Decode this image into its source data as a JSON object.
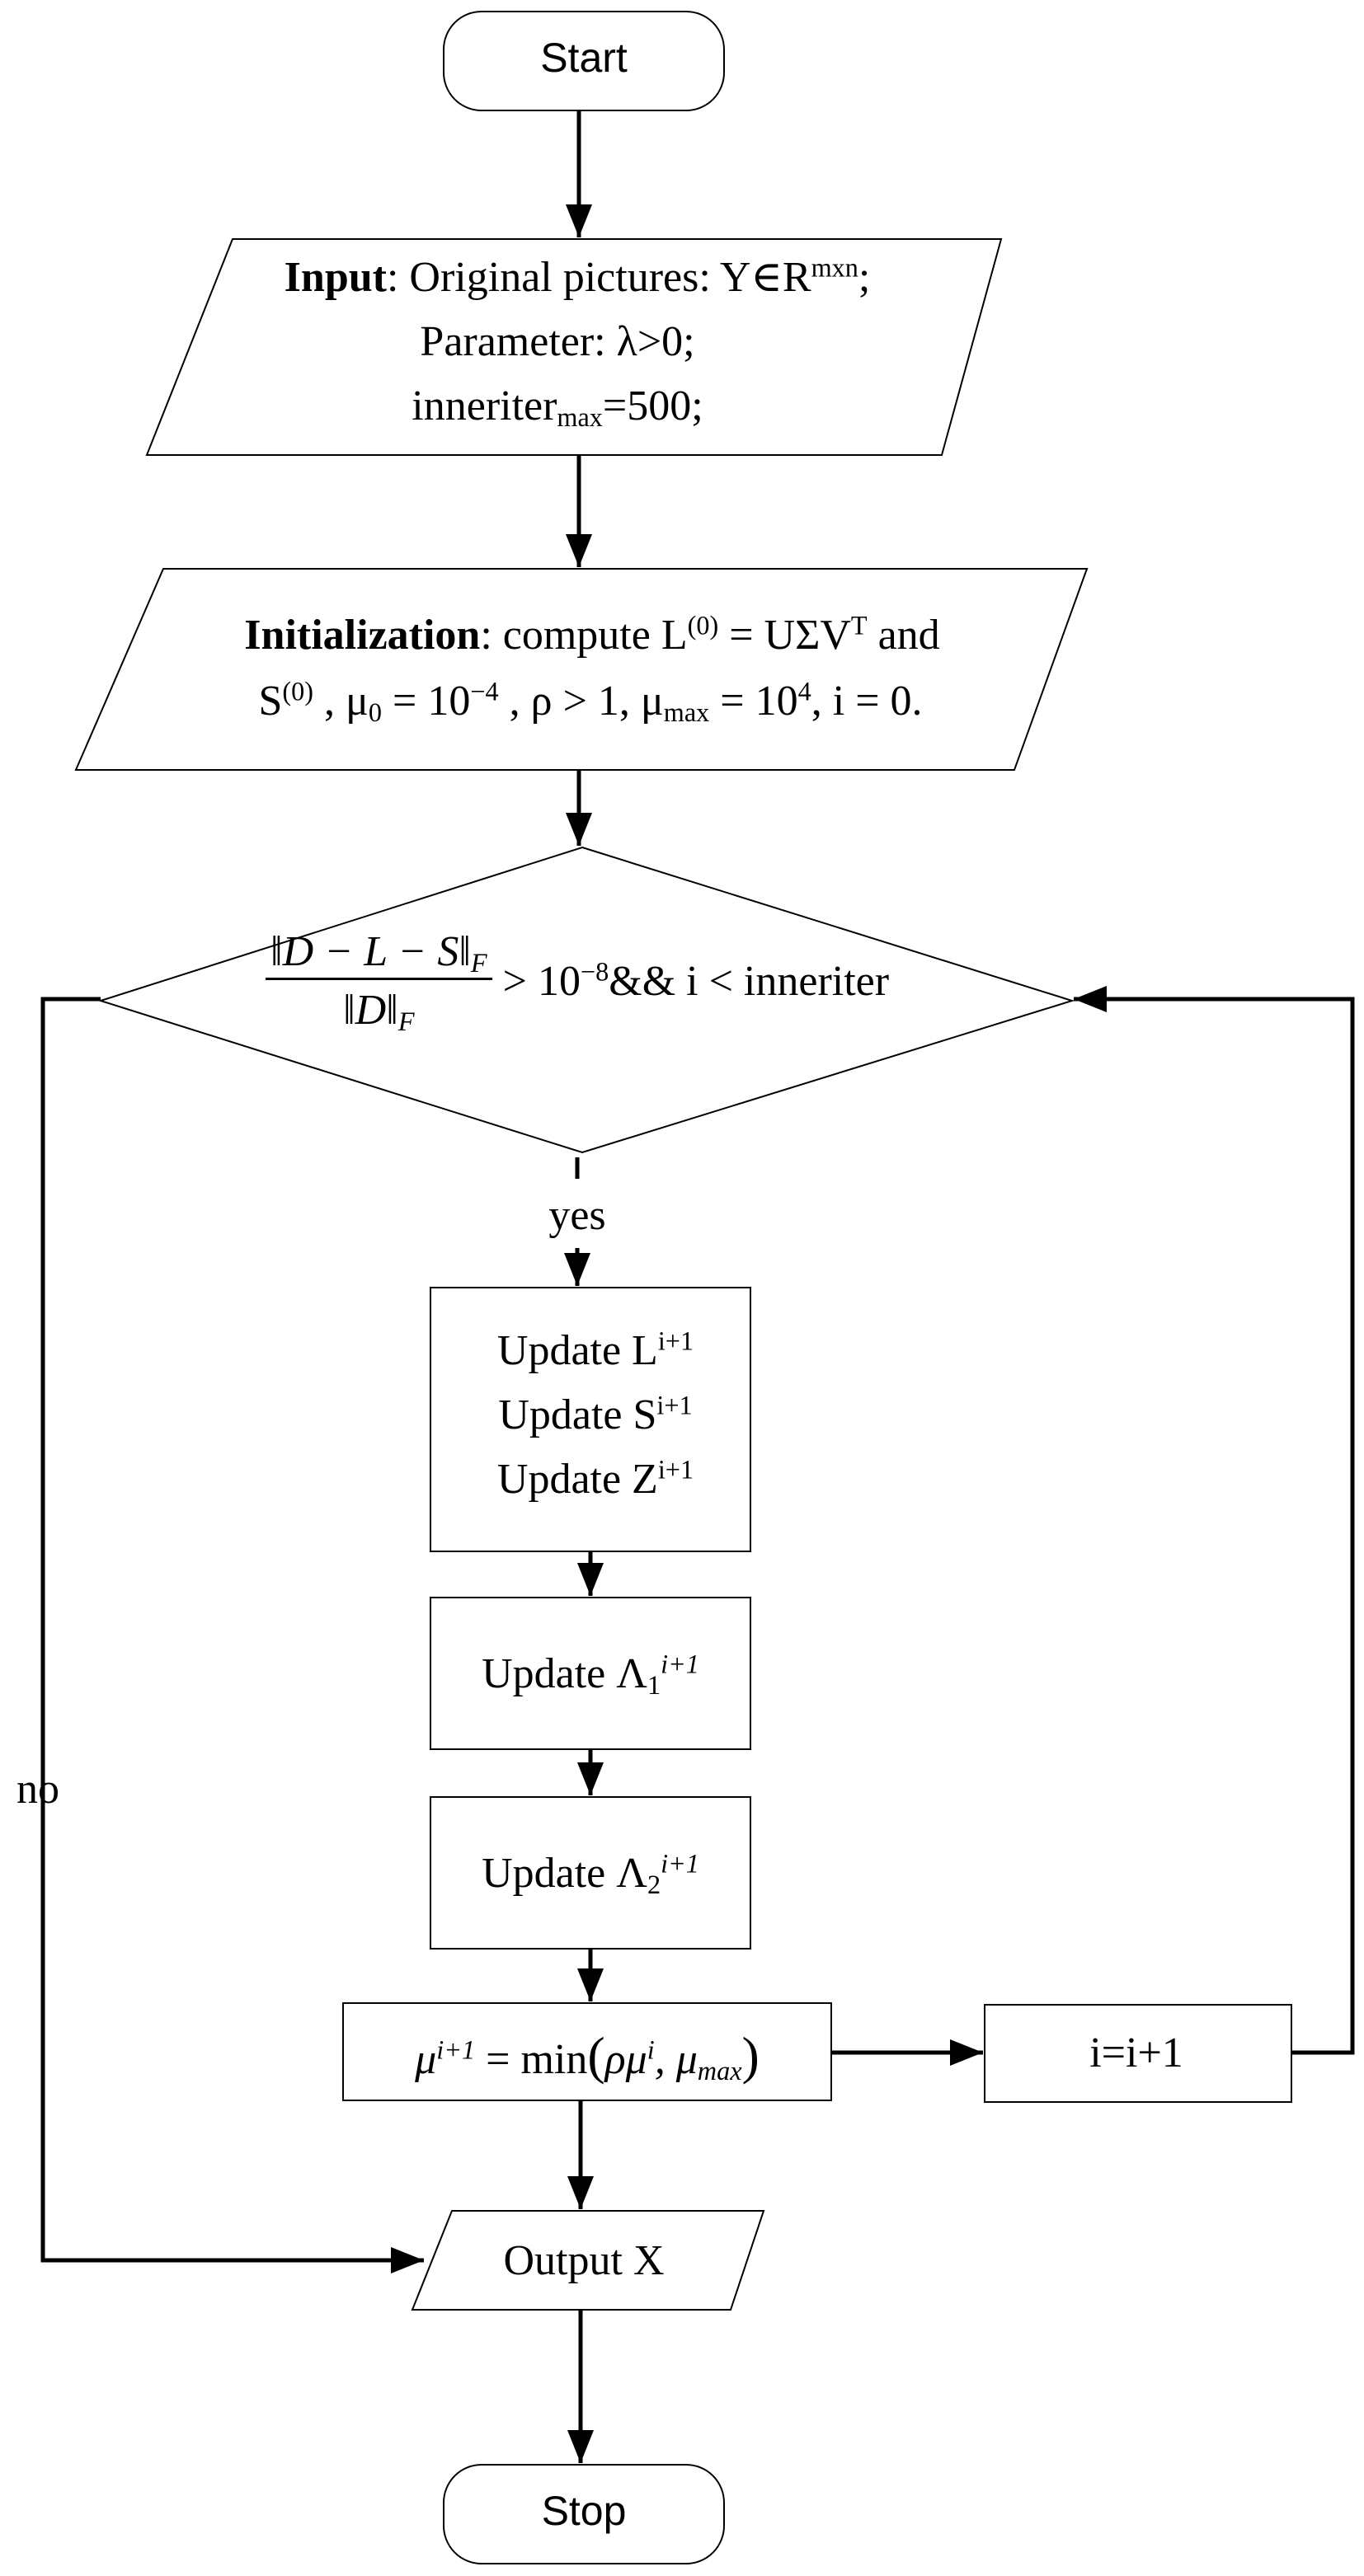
{
  "nodes": {
    "start": "Start",
    "input": {
      "label": "Input",
      "line1_text": ": Original pictures: Y∈R",
      "line1_sup": "mxn",
      "line1_end": ";",
      "line2": "Parameter: λ>0;",
      "line3_text": "inneriter",
      "line3_sub": "max",
      "line3_end": "=500;"
    },
    "init": {
      "label": "Initialization",
      "line1_text": ": compute L",
      "line1_sup": "(0)",
      "line1_mid": " = UΣV",
      "line1_sup2": "T",
      "line1_end": " and",
      "line2_a": "S",
      "line2_a_sup": "(0)",
      "line2_b": " , μ",
      "line2_b_sub": "0",
      "line2_c": " = 10",
      "line2_c_sup": "−4",
      "line2_d": " , ρ > 1, μ",
      "line2_d_sub": "max",
      "line2_e": " = 10",
      "line2_e_sup": "4",
      "line2_f": ", i = 0."
    },
    "condition": {
      "numerator": "‖D − L − S‖",
      "numerator_sub": "F",
      "denominator": "‖D‖",
      "denominator_sub": "F",
      "rel": " > 10",
      "rel_sup": "−8",
      "rest": "&& i < inneriter"
    },
    "update_lsz": [
      {
        "text": "Update  L",
        "sup": "i+1"
      },
      {
        "text": "Update  S",
        "sup": "i+1"
      },
      {
        "text": "Update  Z",
        "sup": "i+1"
      }
    ],
    "update_lambda1": {
      "text": "Update Λ",
      "sub": "1",
      "sup": "i+1"
    },
    "update_lambda2": {
      "text": "Update  Λ",
      "sub": "2",
      "sup": "i+1"
    },
    "mu_update": {
      "lhs": "μ",
      "lhs_sup": "i+1",
      "eq": " = min",
      "arg": "ρμ",
      "arg_sup": "i",
      "sep": ", μ",
      "sep_sub": "max"
    },
    "increment": "i=i+1",
    "output": "Output X",
    "stop": "Stop"
  },
  "edge_labels": {
    "yes": "yes",
    "no": "no"
  }
}
